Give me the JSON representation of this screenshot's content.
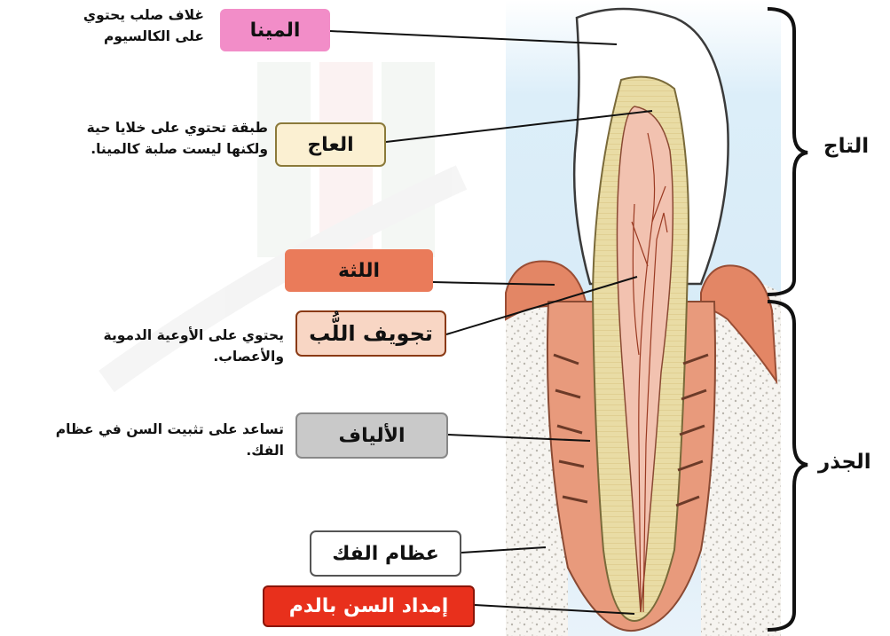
{
  "labels": {
    "enamel": "المينا",
    "dentin": "العاج",
    "gum": "اللثة",
    "pulp": "تجويف اللُّب",
    "fibers": "الألياف",
    "jawbone": "عظام الفك",
    "blood_supply": "إمداد السن بالدم"
  },
  "descriptions": {
    "enamel": [
      "غلاف صلب يحتوي",
      "على الكالسيوم"
    ],
    "dentin": [
      "طبقة تحتوي على خلايا حية",
      "ولكنها ليست صلبة كالمينا."
    ],
    "pulp": [
      "يحتوي على الأوعية الدموية",
      "والأعصاب."
    ],
    "fibers": [
      "تساعد على تثبيت السن في عظام",
      "الفك."
    ]
  },
  "parts": {
    "crown": "التاج",
    "root": "الجذر"
  },
  "colors": {
    "enamel_box": "#F28DC8",
    "dentin_box": "#FBF0D2",
    "gum_box": "#EA7B5A",
    "pulp_box": "#F8D6C4",
    "fibers_box": "#C9C9C9",
    "jawbone_box": "#FFFFFF",
    "blood_box": "#E8301C",
    "gum_tissue": "#E38665",
    "dentin": "#E9DCA5",
    "pulp": "#F2C2B0",
    "background_blue": "#D8EBF7"
  }
}
